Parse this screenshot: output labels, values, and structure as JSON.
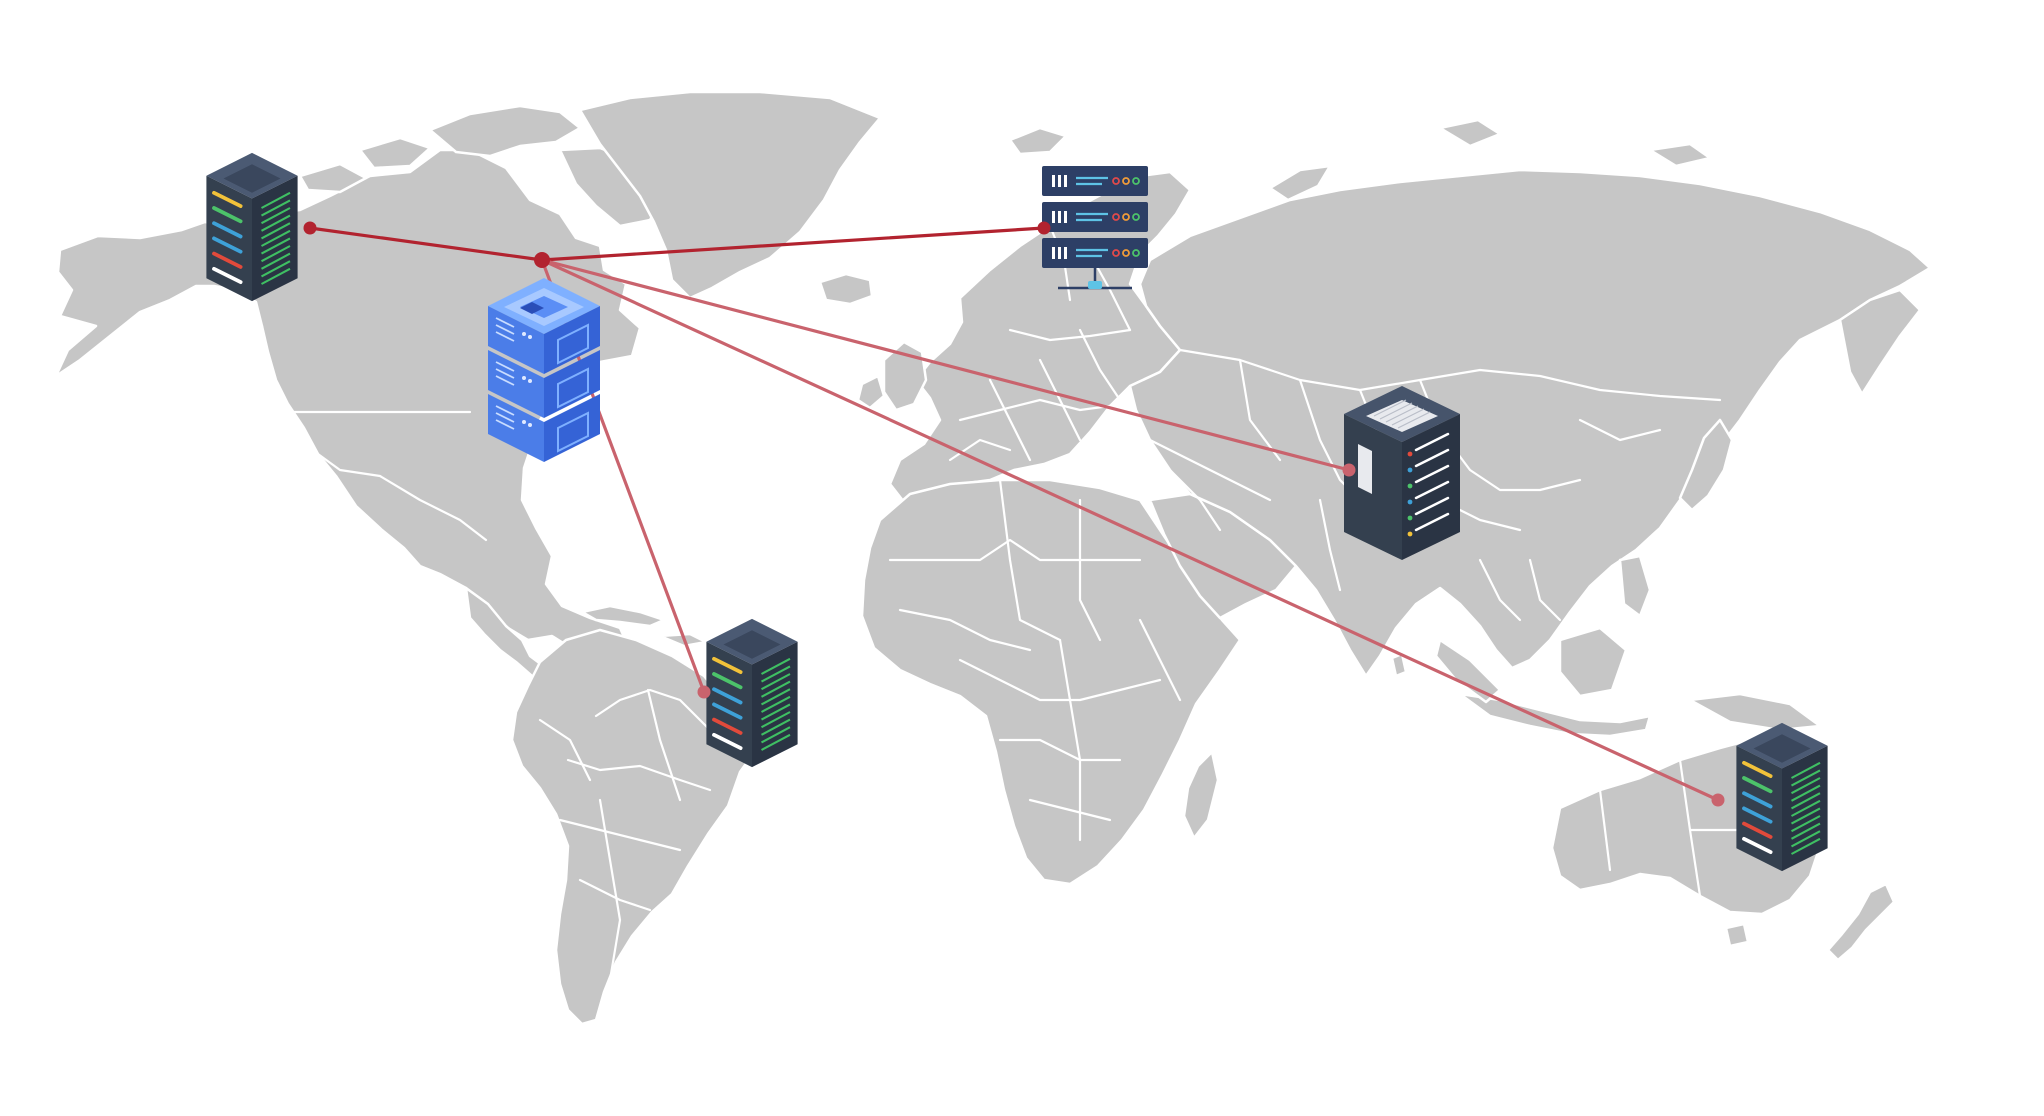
{
  "map": {
    "land_color": "#c6c6c6",
    "border_color": "#ffffff",
    "background": "#ffffff"
  },
  "hub": {
    "name": "central-server-stack",
    "icon": "blue-isometric-server-stack-icon",
    "color": "#3f6fe0"
  },
  "connection_colors": {
    "primary": "#b2232f",
    "secondary": "#c9636d"
  },
  "servers": [
    {
      "id": "alaska",
      "icon": "dark-server-rack-icon",
      "link_style": "primary"
    },
    {
      "id": "scandinavia",
      "icon": "rack-server-units-icon",
      "link_style": "primary"
    },
    {
      "id": "brazil",
      "icon": "dark-server-rack-icon",
      "link_style": "secondary"
    },
    {
      "id": "central-asia",
      "icon": "tower-server-icon",
      "link_style": "secondary"
    },
    {
      "id": "australia",
      "icon": "dark-server-rack-icon",
      "link_style": "secondary"
    }
  ]
}
